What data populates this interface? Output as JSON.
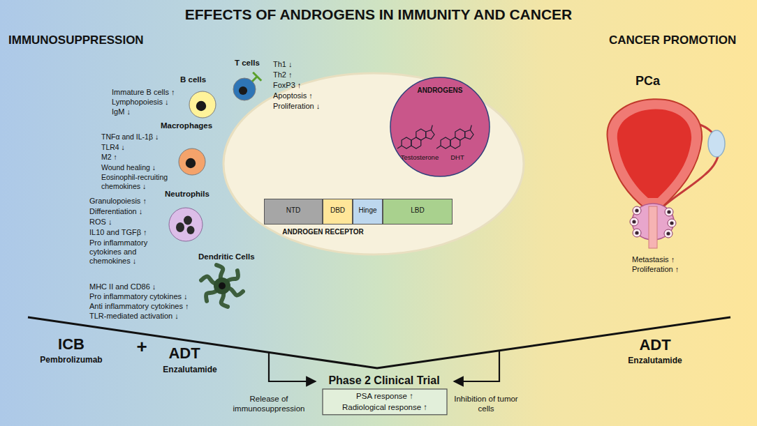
{
  "diagram": {
    "title": "EFFECTS OF ANDROGENS IN IMMUNITY AND CANCER",
    "nodes": [
      {
        "text": [
          "B cells"
        ]
      },
      {
        "text": [
          "T cells"
        ]
      },
      {
        "text": [
          "Macrophages"
        ]
      },
      {
        "text": [
          "Neutrophils"
        ]
      },
      {
        "text": [
          "Dendritic Cells"
        ]
      },
      {
        "text": [
          "ANDROGEN RECEPTOR"
        ]
      },
      {
        "text": [
          "ANDROGENS",
          "Testosterone",
          "DHT"
        ],
        "in": 5
      },
      {
        "text": [
          "NTD"
        ],
        "in": 5
      },
      {
        "text": [
          "DBD"
        ],
        "in": 5
      },
      {
        "text": [
          "Hinge"
        ],
        "in": 5
      },
      {
        "text": [
          "LBD"
        ],
        "in": 5
      },
      {
        "text": [
          "Phase 2 Clinical Trial",
          "PSA response ↑",
          "Radiological response ↑"
        ]
      }
    ],
    "labels": [
      "IMMUNOSUPPRESSION",
      "CANCER PROMOTION",
      "Th1 ↓",
      "Th2 ↑",
      "FoxP3 ↑",
      "Apoptosis ↑",
      "Proliferation ↓",
      "Immature B cells ↑",
      "Lymphopoiesis ↓",
      "IgM ↓",
      "TNFα and IL-1β ↓",
      "TLR4 ↓",
      "M2 ↑",
      "Wound healing ↓",
      "Eosinophil-recruiting chemokines ↓",
      "Granulopoiesis ↑",
      "Differentiation ↓",
      "ROS ↓",
      "IL10 and TGFβ ↑",
      "Pro inflammatory cytokines and chemokines ↓",
      "MHC II and CD86 ↓",
      "Pro inflammatory cytokines ↓",
      "Anti inflammatory cytokines ↑",
      "TLR-mediated activation ↓",
      "PCa",
      "Metastasis ↑",
      "Proliferation ↑",
      "ICB",
      "Pembrolizumab",
      "+",
      "ADT",
      "Enzalutamide",
      "ADT",
      "Enzalutamide",
      "Release of immunosuppression",
      "Inhibition of tumor cells"
    ]
  }
}
